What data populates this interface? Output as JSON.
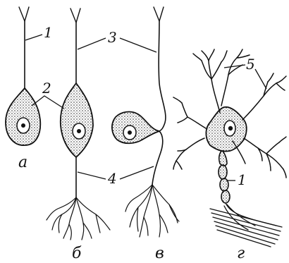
{
  "figure": {
    "callouts": {
      "c1a": "1",
      "c2": "2",
      "c3": "3",
      "c4": "4",
      "c5": "5",
      "c1g": "1"
    },
    "panels": {
      "a": "а",
      "b": "б",
      "v": "в",
      "g": "г"
    }
  },
  "colors": {
    "ink": "#111111",
    "cytoplasm": "#ffffff",
    "stipple": "#222222"
  }
}
